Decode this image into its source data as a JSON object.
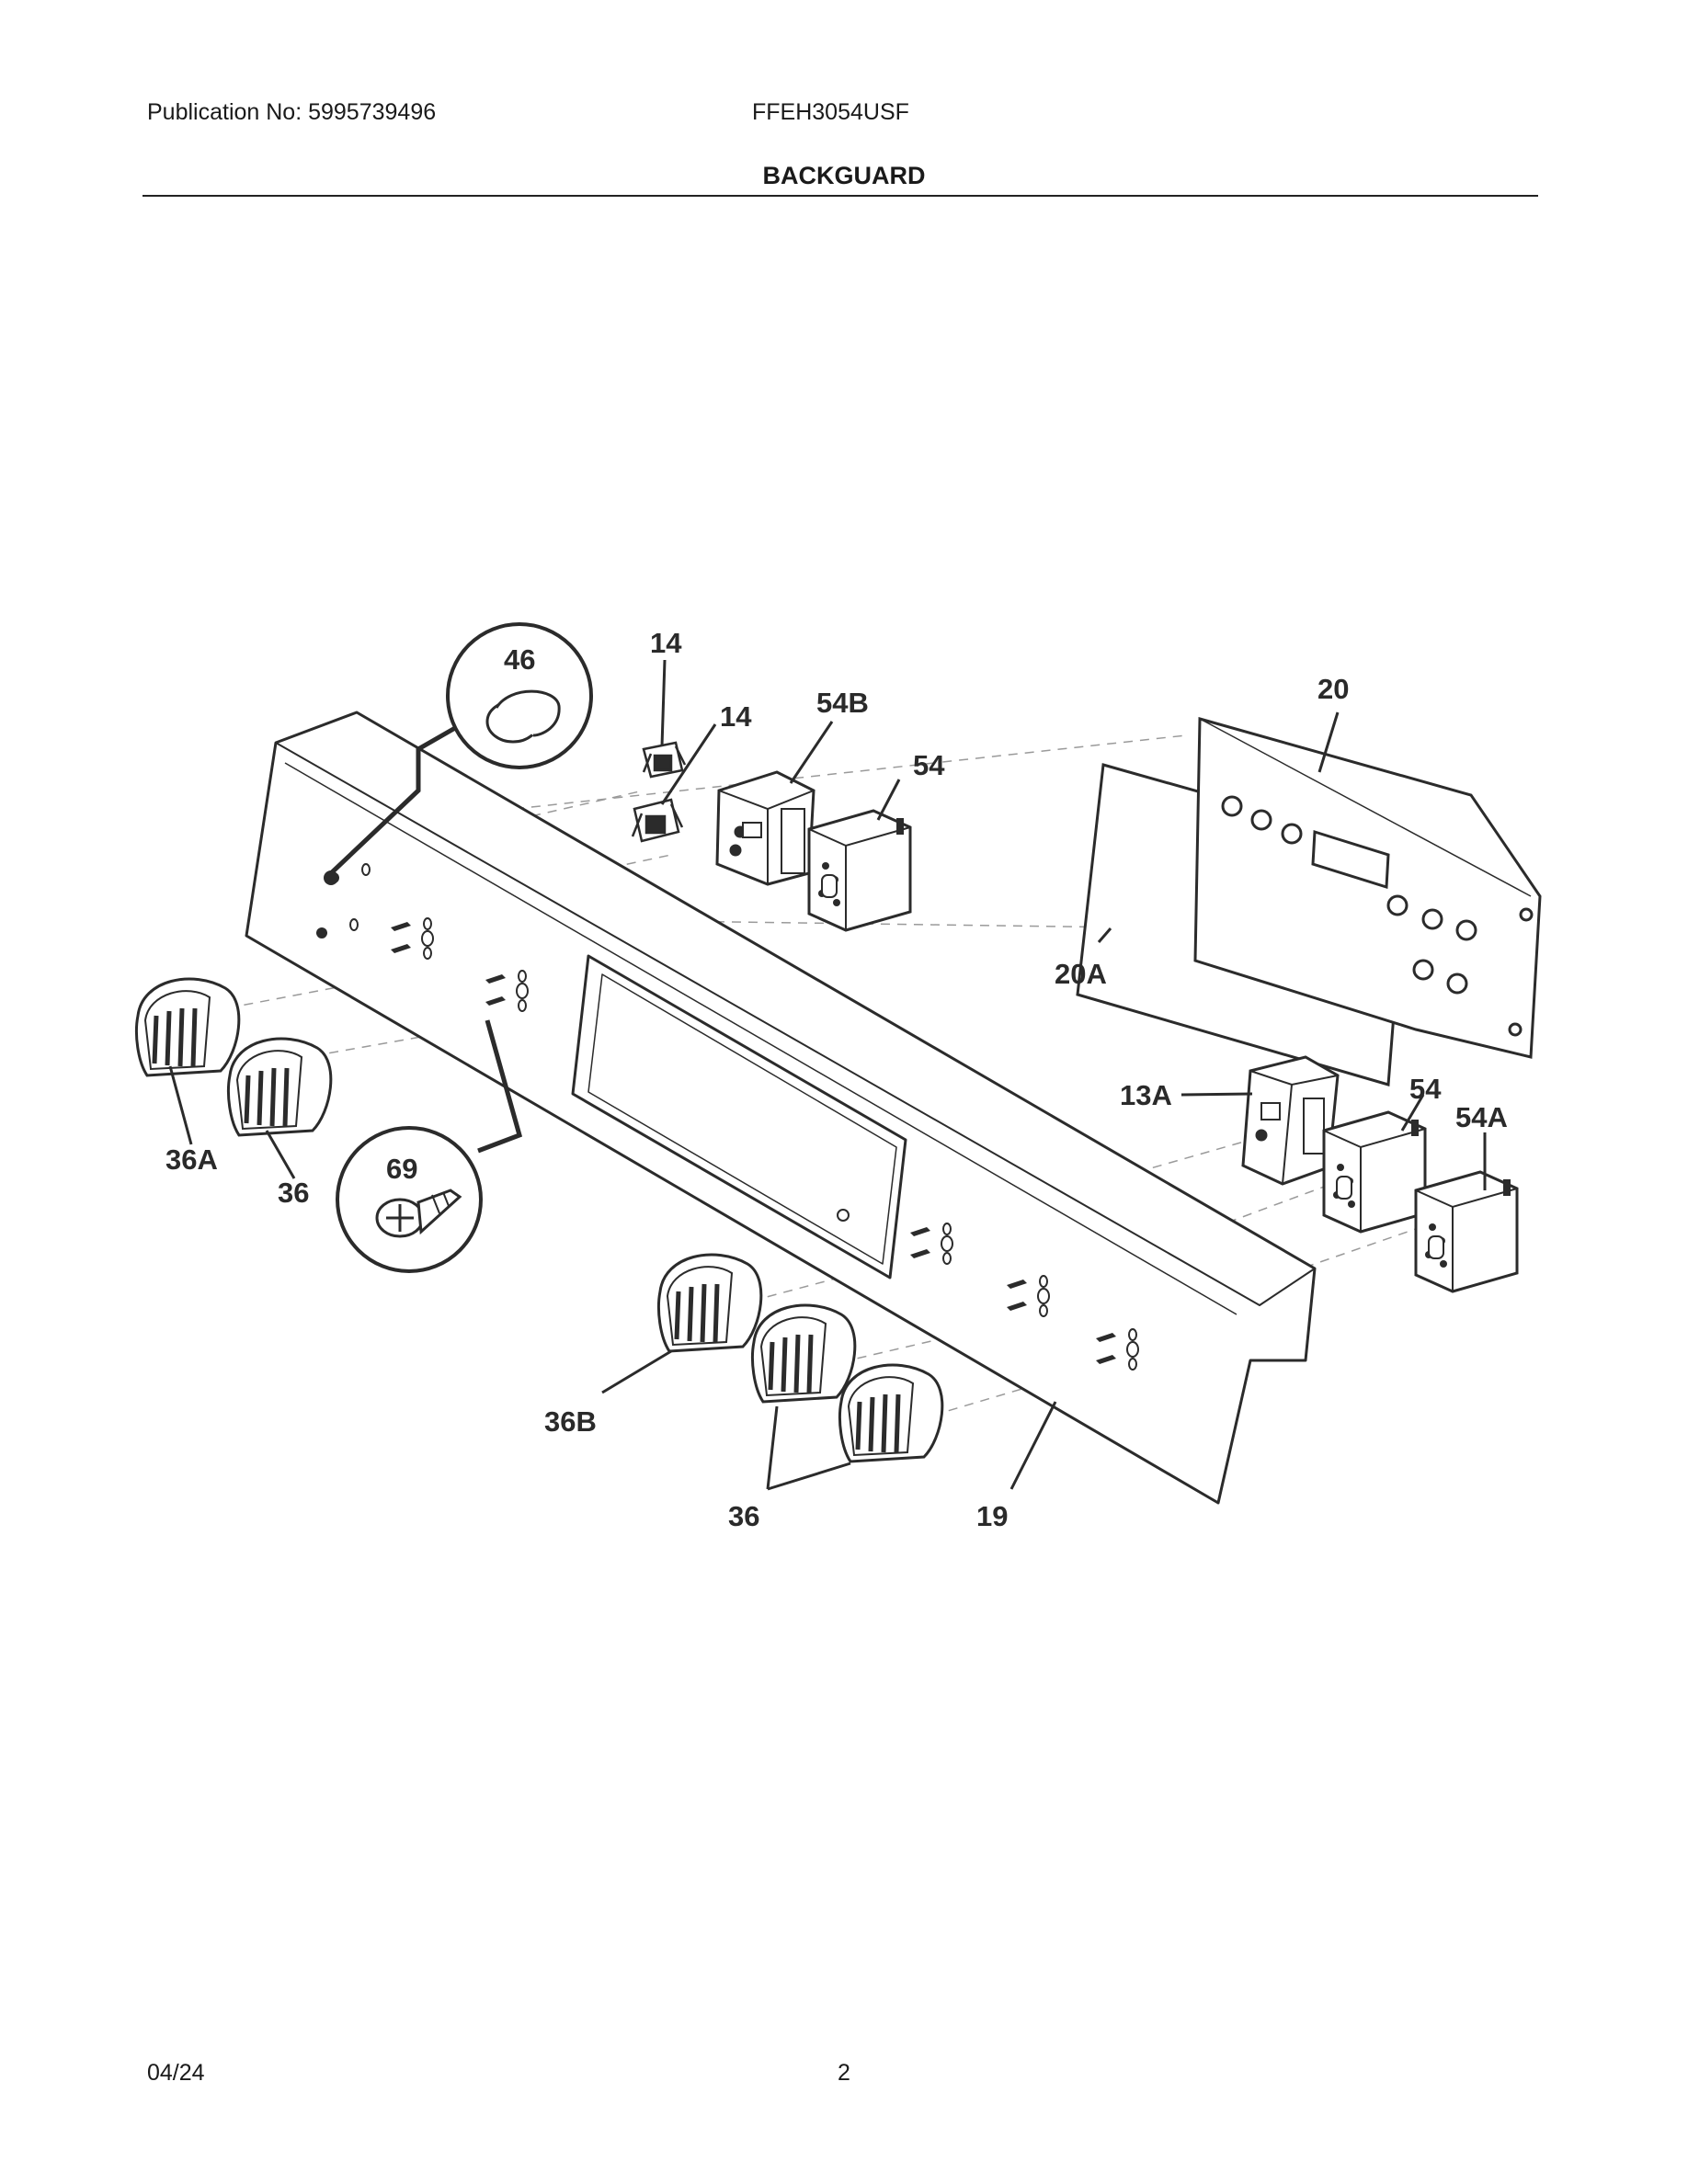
{
  "header": {
    "publication": "Publication No: 5995739496",
    "model": "FFEH3054USF",
    "title": "BACKGUARD"
  },
  "footer": {
    "date": "04/24",
    "page": "2"
  },
  "diagram": {
    "callouts": {
      "p46": "46",
      "p14a": "14",
      "p14b": "14",
      "p54b": "54B",
      "p54top": "54",
      "p20": "20",
      "p20a": "20A",
      "p13a": "13A",
      "p54mid": "54",
      "p54a": "54A",
      "p36a": "36A",
      "p36left": "36",
      "p69": "69",
      "p36b": "36B",
      "p36bottom": "36",
      "p19": "19"
    },
    "colors": {
      "line": "#2b2b2b",
      "fill": "#ffffff",
      "dash": "#9a9a9a"
    }
  }
}
